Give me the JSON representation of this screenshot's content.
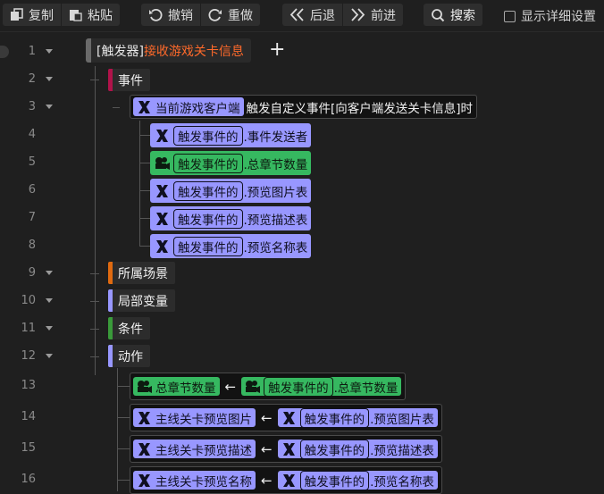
{
  "toolbar": {
    "copy": "复制",
    "paste": "粘贴",
    "undo": "撤销",
    "redo": "重做",
    "back": "后退",
    "forward": "前进",
    "search": "搜索",
    "detail": "显示详细设置"
  },
  "lines": [
    "1",
    "2",
    "3",
    "4",
    "5",
    "6",
    "7",
    "8",
    "9",
    "10",
    "11",
    "12",
    "13",
    "14",
    "15",
    "16"
  ],
  "trigger": {
    "tag": "[触发器]",
    "name": "接收游戏关卡信息"
  },
  "sections": {
    "event": "事件",
    "scene": "所属场景",
    "locals": "局部变量",
    "conditions": "条件",
    "actions": "动作"
  },
  "event_row": {
    "client": "当前游戏客户端",
    "text": "触发自定义事件[向客户端发送关卡信息]时"
  },
  "params": [
    {
      "inner": "触发事件的",
      "suffix": ".事件发送者",
      "color": "purple"
    },
    {
      "inner": "触发事件的",
      "suffix": ".总章节数量",
      "color": "green"
    },
    {
      "inner": "触发事件的",
      "suffix": ".预览图片表",
      "color": "purple"
    },
    {
      "inner": "触发事件的",
      "suffix": ".预览描述表",
      "color": "purple"
    },
    {
      "inner": "触发事件的",
      "suffix": ".预览名称表",
      "color": "purple"
    }
  ],
  "actions": [
    {
      "target": "总章节数量",
      "inner": "触发事件的",
      "suffix": ".总章节数量",
      "color": "green"
    },
    {
      "target": "主线关卡预览图片",
      "inner": "触发事件的",
      "suffix": ".预览图片表",
      "color": "purple"
    },
    {
      "target": "主线关卡预览描述",
      "inner": "触发事件的",
      "suffix": ".预览描述表",
      "color": "purple"
    },
    {
      "target": "主线关卡预览名称",
      "inner": "触发事件的",
      "suffix": ".预览名称表",
      "color": "purple"
    }
  ],
  "assign_arrow": "←",
  "colors": {
    "event": "#b0134a",
    "scene": "#e06a10",
    "locals": "#9897ff",
    "conditions": "#3a9a3a",
    "actions": "#9897ff",
    "trigger_name": "#ff6a2a"
  }
}
